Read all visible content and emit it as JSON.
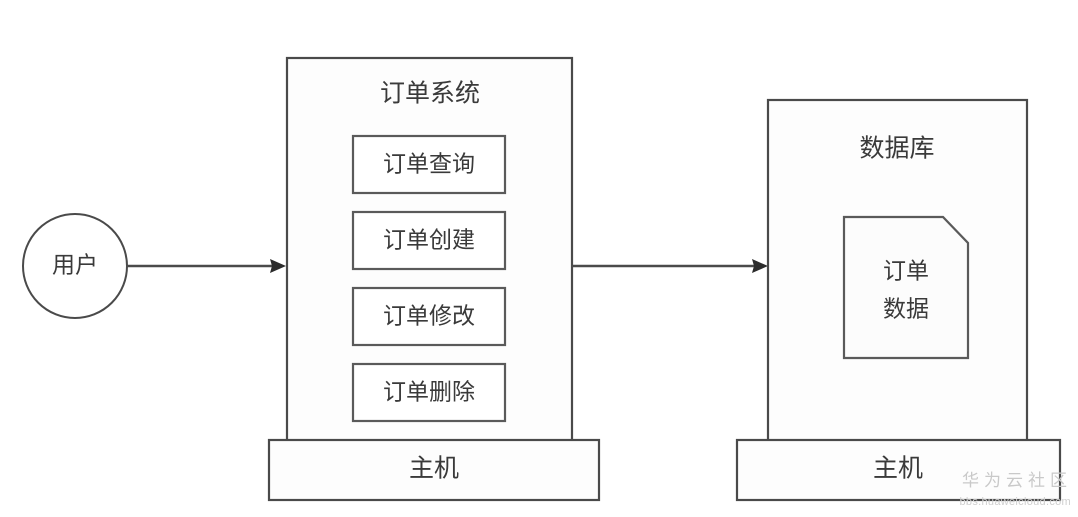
{
  "diagram": {
    "type": "deployment-architecture-diagram",
    "actor": {
      "label": "用户",
      "shape": "circle"
    },
    "nodes": [
      {
        "id": "order-system",
        "title": "订单系统",
        "host_label": "主机",
        "components": [
          {
            "label": "订单查询"
          },
          {
            "label": "订单创建"
          },
          {
            "label": "订单修改"
          },
          {
            "label": "订单删除"
          }
        ]
      },
      {
        "id": "database",
        "title": "数据库",
        "host_label": "主机",
        "artifact": {
          "label_line1": "订单",
          "label_line2": "数据",
          "shape": "document"
        }
      }
    ],
    "connections": [
      {
        "from": "用户",
        "to": "订单系统",
        "arrow": "right"
      },
      {
        "from": "订单系统",
        "to": "数据库",
        "arrow": "right"
      }
    ],
    "colors": {
      "stroke": "#4a4a4a",
      "inner_stroke": "#5a5a5a",
      "background": "#ffffff",
      "text": "#3a3a3a",
      "arrow": "#2b2b2b",
      "watermark": "#c9c9c9"
    }
  },
  "watermark": {
    "brand": "华为云社区",
    "url": "bbs.huaweicloud.com"
  }
}
